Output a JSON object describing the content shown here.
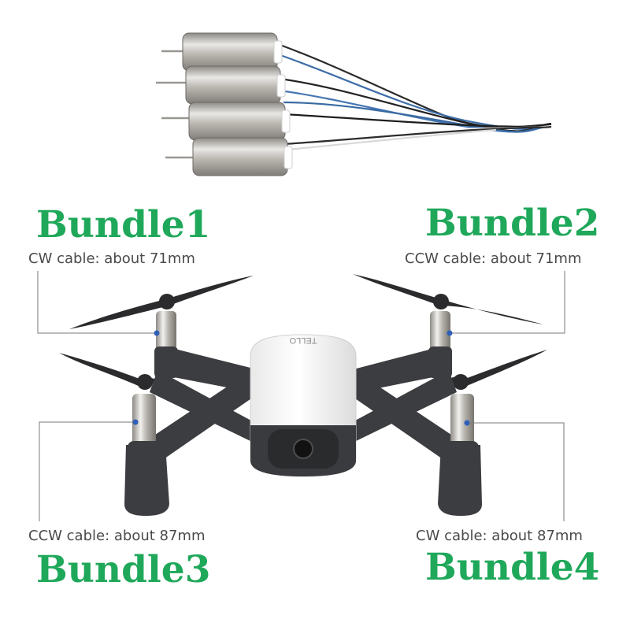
{
  "bundles": [
    {
      "title": "Bundle1",
      "cable": "CW cable: about 71mm"
    },
    {
      "title": "Bundle2",
      "cable": "CCW cable: about 71mm"
    },
    {
      "title": "Bundle3",
      "cable": "CCW cable: about 87mm"
    },
    {
      "title": "Bundle4",
      "cable": "CW cable: about 87mm"
    }
  ],
  "drone": {
    "brand_label": "TELLO"
  },
  "colors": {
    "title_green": "#1fa85a",
    "label_gray": "#4a4a4a",
    "motor_silver": "#c8c6c2",
    "drone_dark": "#3c3d40",
    "drone_white": "#ffffff",
    "marker_blue": "#2f5fb8"
  },
  "icons": [
    "motor-icon",
    "drone-icon",
    "propeller-icon"
  ]
}
